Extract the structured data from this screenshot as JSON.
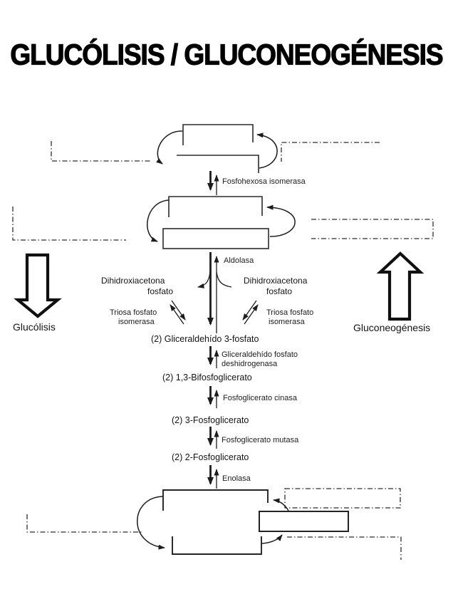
{
  "title": "GLUCÓLISIS / GLUCONEOGÉNESIS",
  "pathways": {
    "glycolysis": "Glucólisis",
    "gluconeogenesis": "Gluconeogénesis"
  },
  "enzymes": {
    "phosphohexose_isomerase": "Fosfohexosa isomerasa",
    "aldolase": "Aldolasa",
    "triose_phosphate_isomerase_l1": "Triosa fosfato",
    "triose_phosphate_isomerase_l2": "isomerasa",
    "gapdh_l1": "Gliceraldehído fosfato",
    "gapdh_l2": "deshidrogenasa",
    "phosphoglycerate_kinase": "Fosfoglicerato cinasa",
    "phosphoglycerate_mutase": "Fosfoglicerato mutasa",
    "enolase": "Enolasa"
  },
  "metabolites": {
    "dhap_l1": "Dihidroxiacetona",
    "dhap_l2": "fosfato",
    "glyceraldehyde_3_phosphate": "(2) Gliceraldehído 3-fosfato",
    "bisphosphoglycerate_1_3": "(2) 1,3-Bifosfoglicerato",
    "phosphoglycerate_3": "(2) 3-Fosfoglicerato",
    "phosphoglycerate_2": "(2) 2-Fosfoglicerato"
  },
  "colors": {
    "ink": "#1c1c1c",
    "line": "#2b2b2b",
    "background": "#ffffff"
  }
}
